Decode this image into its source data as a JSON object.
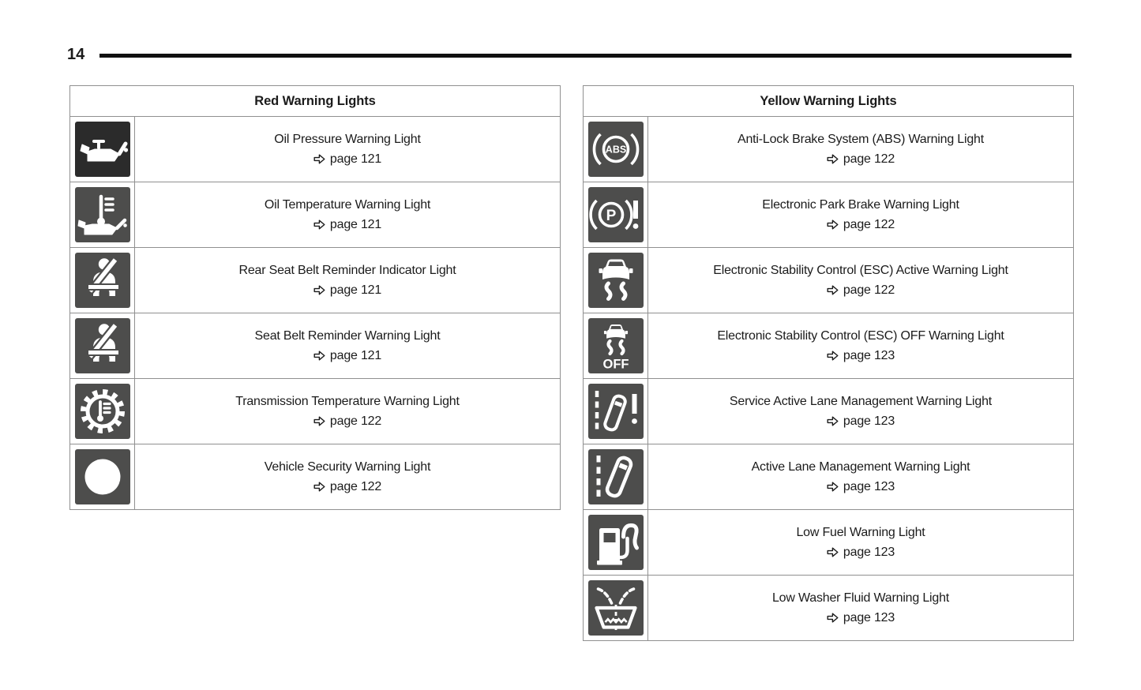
{
  "page": {
    "number": "14"
  },
  "colors": {
    "icon_background": "#4d4d4c",
    "icon_background_dark": "#2b2b2b",
    "icon_glyph": "#ffffff",
    "table_border": "#909090",
    "text": "#1b1b1b",
    "top_rule": "#101010"
  },
  "left_table": {
    "title": "Red Warning Lights",
    "rows": [
      {
        "icon": "oil-pressure-warning-icon",
        "title": "Oil Pressure Warning Light",
        "page": "page 121"
      },
      {
        "icon": "oil-temperature-warning-icon",
        "title": "Oil Temperature Warning Light",
        "page": "page 121"
      },
      {
        "icon": "rear-seat-belt-reminder-icon",
        "title": "Rear Seat Belt Reminder Indicator Light",
        "page": "page 121"
      },
      {
        "icon": "seat-belt-reminder-icon",
        "title": "Seat Belt Reminder Warning Light",
        "page": "page 121"
      },
      {
        "icon": "transmission-temperature-warning-icon",
        "title": "Transmission Temperature Warning Light",
        "page": "page 122"
      },
      {
        "icon": "vehicle-security-warning-icon",
        "title": "Vehicle Security Warning Light",
        "page": "page 122"
      }
    ]
  },
  "right_table": {
    "title": "Yellow Warning Lights",
    "rows": [
      {
        "icon": "abs-warning-icon",
        "title": "Anti-Lock Brake System (ABS) Warning Light",
        "page": "page 122"
      },
      {
        "icon": "electronic-park-brake-icon",
        "title": "Electronic Park Brake Warning Light",
        "page": "page 122"
      },
      {
        "icon": "esc-active-icon",
        "title": "Electronic Stability Control (ESC) Active Warning Light",
        "page": "page 122"
      },
      {
        "icon": "esc-off-icon",
        "title": "Electronic Stability Control (ESC) OFF Warning Light",
        "page": "page 123"
      },
      {
        "icon": "service-lane-management-icon",
        "title": "Service Active Lane Management Warning Light",
        "page": "page 123"
      },
      {
        "icon": "active-lane-management-icon",
        "title": "Active Lane Management Warning Light",
        "page": "page 123"
      },
      {
        "icon": "low-fuel-icon",
        "title": "Low Fuel Warning Light",
        "page": "page 123"
      },
      {
        "icon": "low-washer-fluid-icon",
        "title": "Low Washer Fluid Warning Light",
        "page": "page 123"
      }
    ]
  }
}
